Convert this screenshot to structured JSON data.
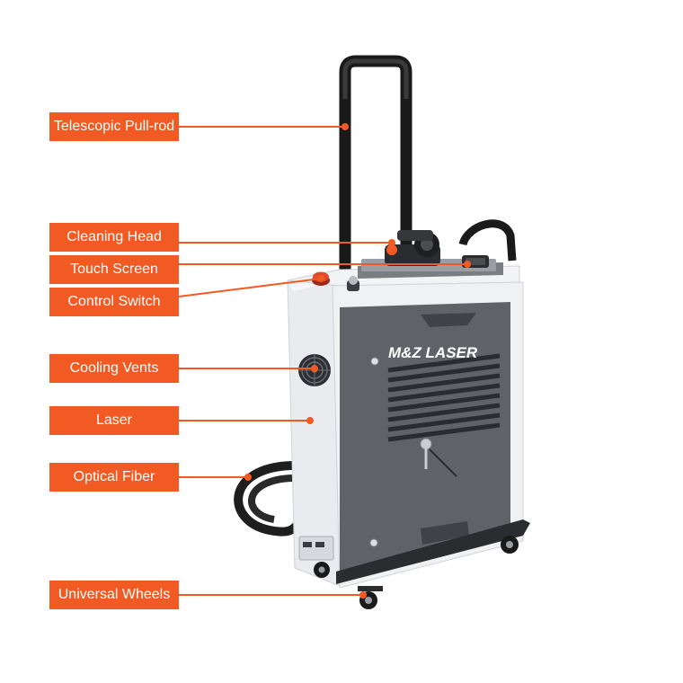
{
  "brand": "M&Z LASER",
  "accent_color": "#f15a22",
  "labels": {
    "telescopic_pull_rod": "Telescopic Pull-rod",
    "cleaning_head": "Cleaning Head",
    "touch_screen": "Touch Screen",
    "control_switch": "Control Switch",
    "cooling_vents": "Cooling Vents",
    "laser": "Laser",
    "optical_fiber": "Optical Fiber",
    "universal_wheels": "Universal Wheels"
  }
}
